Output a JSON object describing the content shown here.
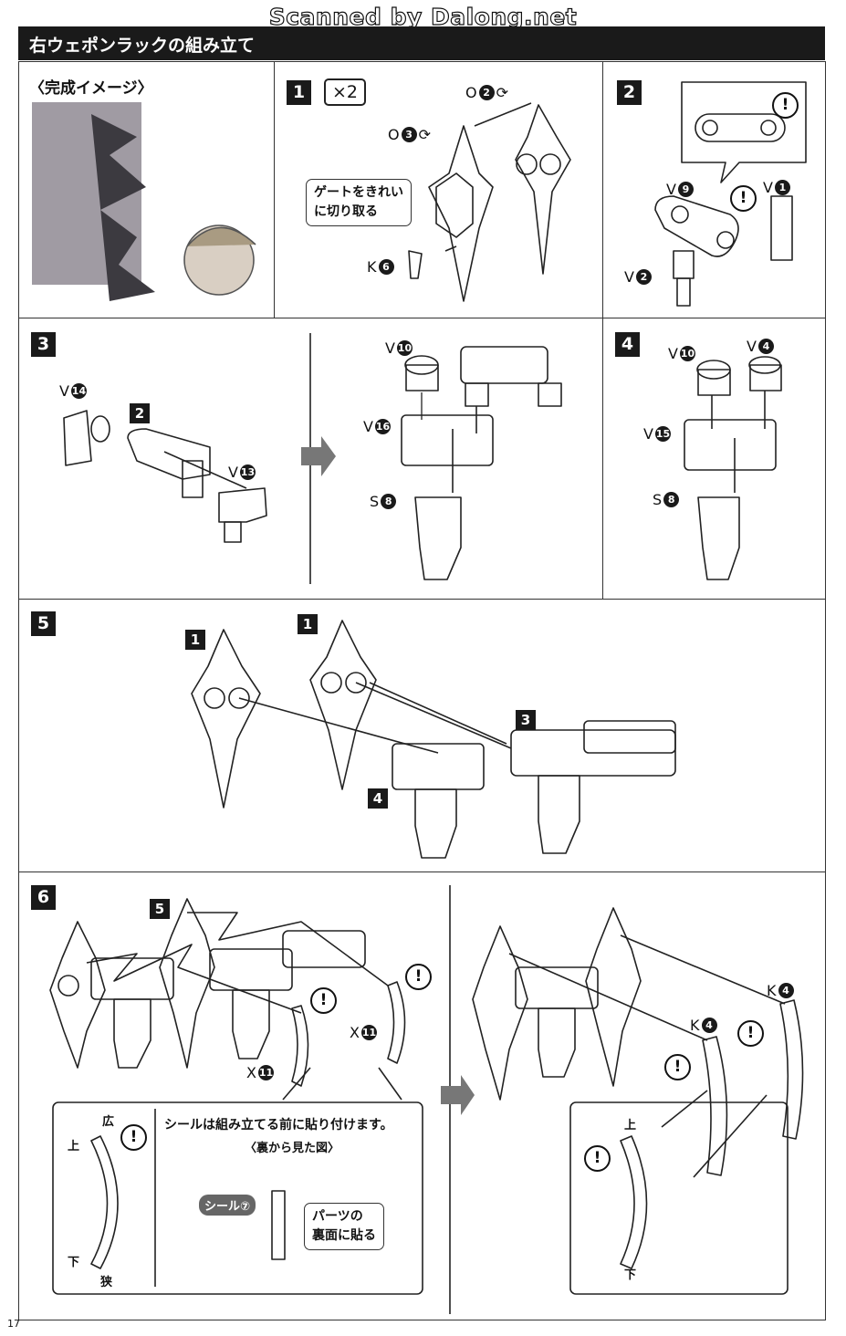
{
  "watermark": "Scanned by Dalong.net",
  "title": "右ウェポンラックの組み立て",
  "complete_image_label": "〈完成イメージ〉",
  "steps": {
    "s1": "1",
    "s2": "2",
    "s3": "3",
    "s4": "4",
    "s5": "5",
    "s6": "6"
  },
  "step1": {
    "multiplier": "×2",
    "part_o2": "O",
    "part_o2_num": "2",
    "part_o3": "O",
    "part_o3_num": "3",
    "part_k6": "K",
    "part_k6_num": "6",
    "note_line1": "ゲートをきれい",
    "note_line2": "に切り取る"
  },
  "step2": {
    "part_v9": "V",
    "part_v9_num": "9",
    "part_v1": "V",
    "part_v1_num": "1",
    "part_v2": "V",
    "part_v2_num": "2",
    "warn": "!"
  },
  "step3": {
    "part_v14": "V",
    "part_v14_num": "14",
    "ref2": "2",
    "part_v13": "V",
    "part_v13_num": "13",
    "part_v10": "V",
    "part_v10_num": "10",
    "part_v16": "V",
    "part_v16_num": "16",
    "part_s8": "S",
    "part_s8_num": "8"
  },
  "step4": {
    "part_v10": "V",
    "part_v10_num": "10",
    "part_v4": "V",
    "part_v4_num": "4",
    "part_v15": "V",
    "part_v15_num": "15",
    "part_s8": "S",
    "part_s8_num": "8"
  },
  "step5": {
    "ref1a": "1",
    "ref1b": "1",
    "ref3": "3",
    "ref4": "4"
  },
  "step6": {
    "ref5": "5",
    "part_x11a": "X",
    "part_x11a_num": "11",
    "part_x11b": "X",
    "part_x11b_num": "11",
    "part_k4a": "K",
    "part_k4a_num": "4",
    "part_k4b": "K",
    "part_k4b_num": "4",
    "label_wide": "広",
    "label_top": "上",
    "label_bottom": "下",
    "label_narrow": "狭",
    "label_top2": "上",
    "label_bottom2": "下",
    "sticker_note": "シールは組み立てる前に貼り付けます。",
    "back_view": "〈裏から見た図〉",
    "sticker_tag": "シール⑦",
    "apply_line1": "パーツの",
    "apply_line2": "裏面に貼る"
  },
  "page_number": "17"
}
